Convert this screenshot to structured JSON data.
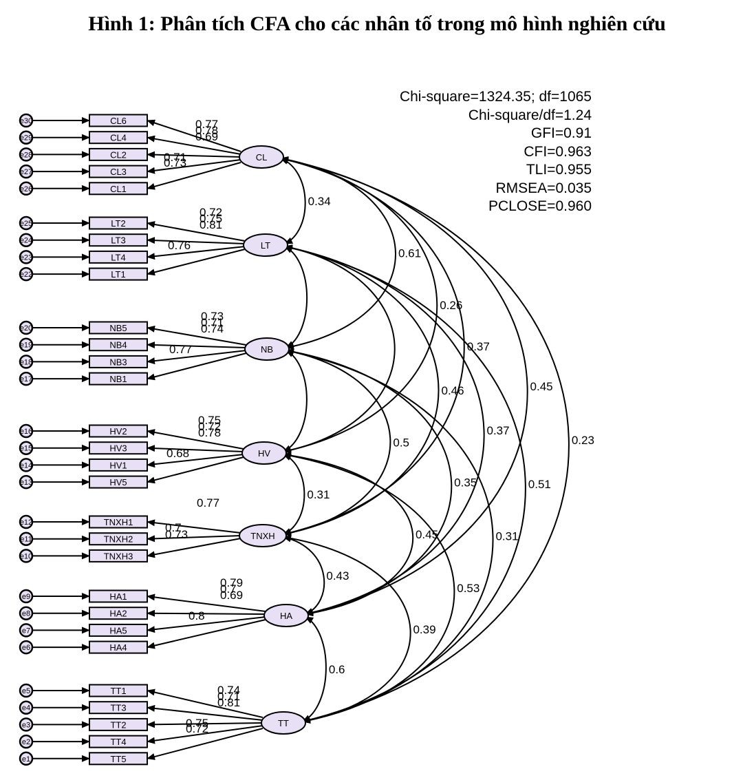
{
  "title": "Hình 1: Phân tích CFA cho các nhân tố trong mô hình nghiên cứu",
  "fit_stats": [
    "Chi-square=1324.35; df=1065",
    "Chi-square/df=1.24",
    "GFI=0.91",
    "CFI=0.963",
    "TLI=0.955",
    "RMSEA=0.035",
    "PCLOSE=0.960"
  ],
  "colors": {
    "box_fill": "#e8e0f4",
    "ellipse_fill": "#e8e0f4",
    "stroke": "#000000"
  },
  "factors": [
    {
      "name": "CL",
      "indicators": [
        {
          "label": "CL6",
          "error": "e30",
          "loading": "0.77"
        },
        {
          "label": "CL4",
          "error": "e29",
          "loading": "0.78"
        },
        {
          "label": "CL2",
          "error": "e28",
          "loading": "0.69"
        },
        {
          "label": "CL3",
          "error": "e27",
          "loading": "0.71"
        },
        {
          "label": "CL1",
          "error": "e26",
          "loading": "0.73"
        }
      ]
    },
    {
      "name": "LT",
      "indicators": [
        {
          "label": "LT2",
          "error": "e25",
          "loading": "0.72"
        },
        {
          "label": "LT3",
          "error": "e24",
          "loading": "0.75"
        },
        {
          "label": "LT4",
          "error": "e23",
          "loading": "0.81"
        },
        {
          "label": "LT1",
          "error": "e22",
          "loading": "0.76"
        }
      ]
    },
    {
      "name": "NB",
      "indicators": [
        {
          "label": "NB5",
          "error": "e20",
          "loading": "0.73"
        },
        {
          "label": "NB4",
          "error": "e19",
          "loading": "0.71"
        },
        {
          "label": "NB3",
          "error": "e18",
          "loading": "0.74"
        },
        {
          "label": "NB1",
          "error": "e17",
          "loading": "0.77"
        }
      ]
    },
    {
      "name": "HV",
      "indicators": [
        {
          "label": "HV2",
          "error": "e16",
          "loading": "0.75"
        },
        {
          "label": "HV3",
          "error": "e15",
          "loading": "0.72"
        },
        {
          "label": "HV1",
          "error": "e14",
          "loading": "0.78"
        },
        {
          "label": "HV5",
          "error": "e13",
          "loading": "0.68"
        }
      ]
    },
    {
      "name": "TNXH",
      "indicators": [
        {
          "label": "TNXH1",
          "error": "e12",
          "loading": "0.77"
        },
        {
          "label": "TNXH2",
          "error": "e11",
          "loading": "0.7"
        },
        {
          "label": "TNXH3",
          "error": "e10",
          "loading": "0.73"
        }
      ]
    },
    {
      "name": "HA",
      "indicators": [
        {
          "label": "HA1",
          "error": "e9",
          "loading": "0.79"
        },
        {
          "label": "HA2",
          "error": "e8",
          "loading": "0.7"
        },
        {
          "label": "HA5",
          "error": "e7",
          "loading": "0.69"
        },
        {
          "label": "HA4",
          "error": "e6",
          "loading": "0.8"
        }
      ]
    },
    {
      "name": "TT",
      "indicators": [
        {
          "label": "TT1",
          "error": "e5",
          "loading": "0.74"
        },
        {
          "label": "TT3",
          "error": "e4",
          "loading": "0.71"
        },
        {
          "label": "TT2",
          "error": "e3",
          "loading": "0.81"
        },
        {
          "label": "TT4",
          "error": "e2",
          "loading": "0.75"
        },
        {
          "label": "TT5",
          "error": "e1",
          "loading": "0.72"
        }
      ]
    }
  ],
  "correlations": [
    {
      "from": "CL",
      "to": "LT",
      "value": "0.34"
    },
    {
      "from": "CL",
      "to": "NB",
      "value": "0.61"
    },
    {
      "from": "CL",
      "to": "HV",
      "value": "0.26"
    },
    {
      "from": "CL",
      "to": "TNXH",
      "value": "0.37"
    },
    {
      "from": "CL",
      "to": "HA",
      "value": "0.45"
    },
    {
      "from": "CL",
      "to": "TT",
      "value": "0.23"
    },
    {
      "from": "LT",
      "to": "NB",
      "value": ""
    },
    {
      "from": "LT",
      "to": "HV",
      "value": ""
    },
    {
      "from": "LT",
      "to": "TNXH",
      "value": "0.46"
    },
    {
      "from": "LT",
      "to": "HA",
      "value": "0.37"
    },
    {
      "from": "LT",
      "to": "TT",
      "value": "0.51"
    },
    {
      "from": "NB",
      "to": "HV",
      "value": ""
    },
    {
      "from": "NB",
      "to": "TNXH",
      "value": "0.5"
    },
    {
      "from": "NB",
      "to": "HA",
      "value": "0.35"
    },
    {
      "from": "NB",
      "to": "TT",
      "value": "0.31"
    },
    {
      "from": "HV",
      "to": "TNXH",
      "value": "0.31"
    },
    {
      "from": "HV",
      "to": "HA",
      "value": "0.45"
    },
    {
      "from": "HV",
      "to": "TT",
      "value": "0.53"
    },
    {
      "from": "TNXH",
      "to": "HA",
      "value": "0.43"
    },
    {
      "from": "TNXH",
      "to": "TT",
      "value": "0.39"
    },
    {
      "from": "HA",
      "to": "TT",
      "value": "0.6"
    }
  ]
}
